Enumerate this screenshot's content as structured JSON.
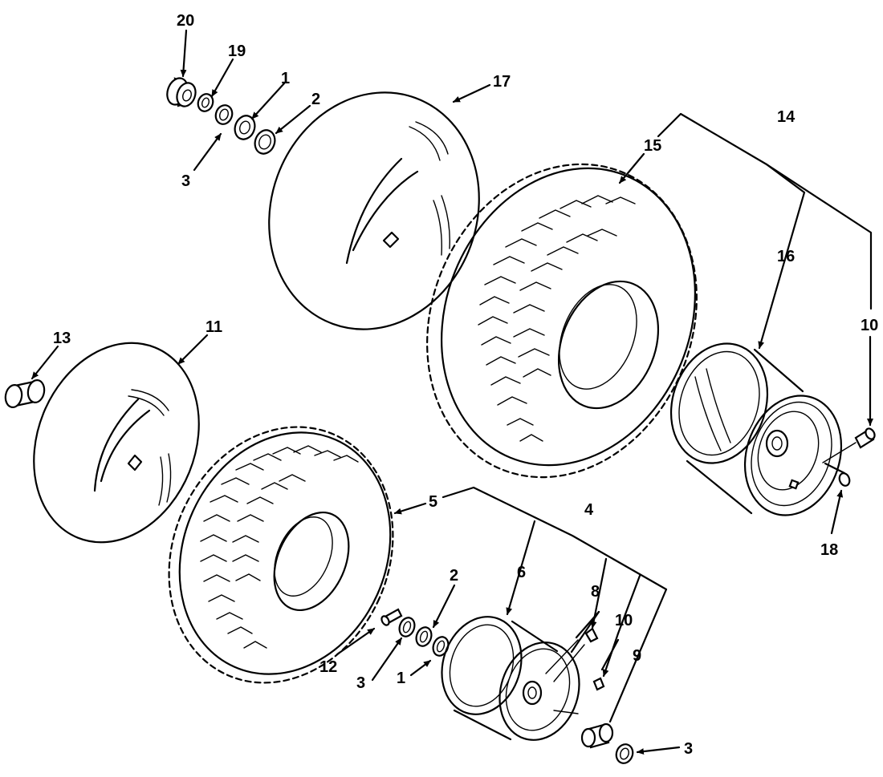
{
  "callouts": {
    "c1_top": "1",
    "c2_top": "2",
    "c3_top": "3",
    "c13": "13",
    "c14": "14",
    "c15": "15",
    "c16": "16",
    "c10_right": "10",
    "c17": "17",
    "c18": "18",
    "c19": "19",
    "c20": "20",
    "c11": "11",
    "c5": "5",
    "c4": "4",
    "c6": "6",
    "c8": "8",
    "c10_bottom": "10",
    "c9": "9",
    "c2_bottom": "2",
    "c12": "12",
    "c3_bottom_left": "3",
    "c1_bottom": "1",
    "c3_bottom_right": "3"
  }
}
